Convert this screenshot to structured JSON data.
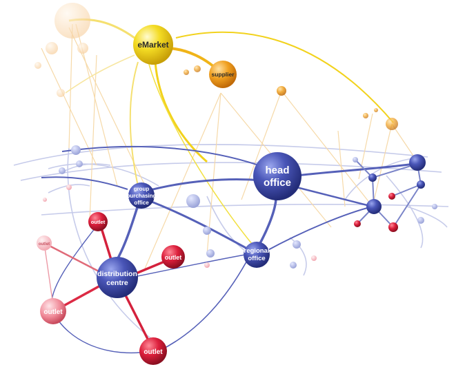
{
  "nodes": {
    "emarket": "eMarket",
    "supplier": "supplier",
    "head_office": [
      "head",
      "office"
    ],
    "group_purchasing_office": [
      "group",
      "purchasing",
      "office"
    ],
    "regional_office": [
      "regional",
      "office"
    ],
    "distribution_centre": [
      "distribution",
      "centre"
    ],
    "outlet": "outlet"
  },
  "colors": {
    "yellow": "#f2d21c",
    "orange": "#f0a020",
    "blue": "#4a56b0",
    "red": "#d81e3c"
  }
}
